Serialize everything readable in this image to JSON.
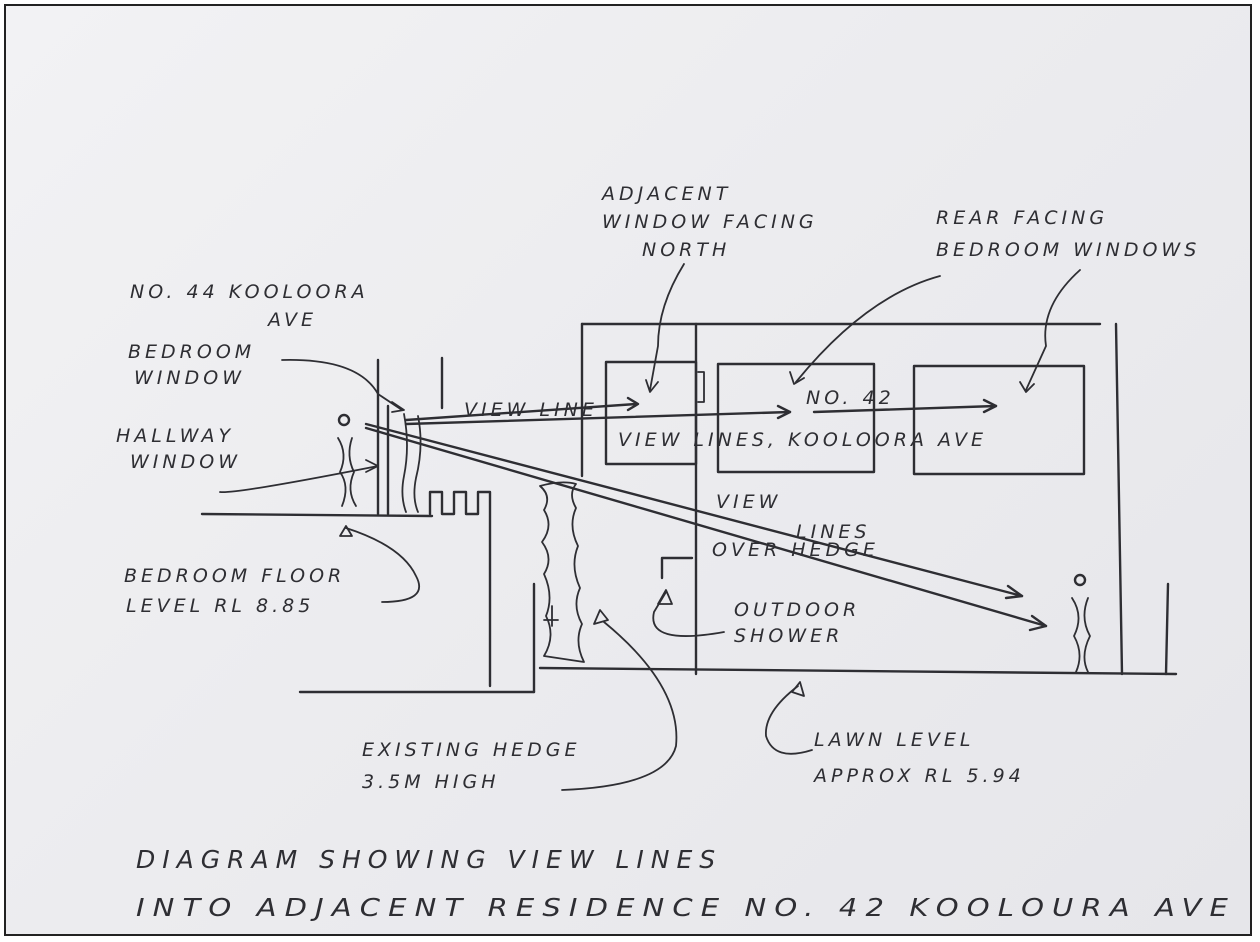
{
  "diagram": {
    "labels": {
      "no44_line1": "NO. 44 KOOLOORA",
      "no44_line2": "AVE",
      "bedroom_window_1": "BEDROOM",
      "bedroom_window_2": "WINDOW",
      "hallway_window_1": "HALLWAY",
      "hallway_window_2": "WINDOW",
      "bedroom_floor_1": "BEDROOM FLOOR",
      "bedroom_floor_2": "LEVEL RL 8.85",
      "adjacent_window_1": "ADJACENT",
      "adjacent_window_2": "WINDOW FACING",
      "adjacent_window_3": "NORTH",
      "rear_facing_1": "REAR FACING",
      "rear_facing_2": "BEDROOM WINDOWS",
      "view_line": "VIEW LINE",
      "no42": "NO. 42",
      "view_lines_koolora": "VIEW LINES, KOOLOORA AVE",
      "view_lines_over_1": "VIEW",
      "view_lines_over_2": "LINES",
      "view_lines_over_3": "OVER HEDGE",
      "outdoor_shower_1": "OUTDOOR",
      "outdoor_shower_2": "SHOWER",
      "existing_hedge_1": "EXISTING HEDGE",
      "existing_hedge_2": "3.5M HIGH",
      "lawn_level_1": "LAWN LEVEL",
      "lawn_level_2": "APPROX RL 5.94",
      "caption_1": "DIAGRAM SHOWING VIEW LINES",
      "caption_2": "INTO ADJACENT RESIDENCE NO. 42 KOOLOURA AVE"
    }
  }
}
